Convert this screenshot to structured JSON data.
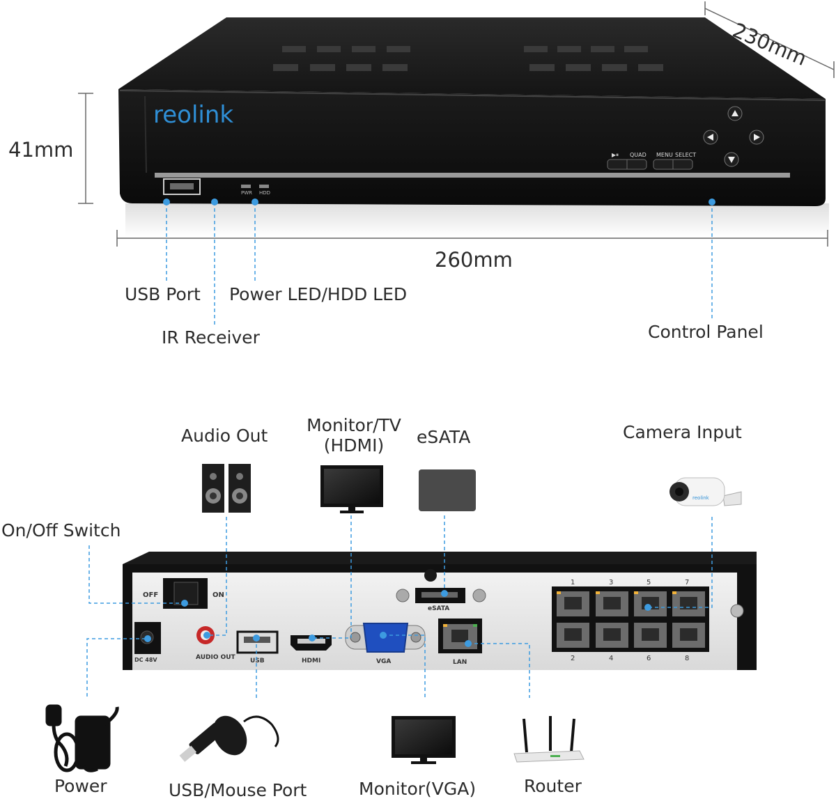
{
  "front": {
    "brand": "reolink",
    "leds": [
      "PWR",
      "HDD"
    ],
    "panel_labels": {
      "play_pause": "▶⏸",
      "quad": "QUAD",
      "menu": "MENU",
      "select": "SELECT"
    },
    "dims": {
      "height": "41mm",
      "depth": "230mm",
      "width": "260mm"
    },
    "callouts": {
      "usb_port": "USB Port",
      "ir_receiver": "IR Receiver",
      "power_led": "Power LED/HDD LED",
      "control_panel": "Control Panel"
    }
  },
  "rear": {
    "panel_labels": {
      "off": "OFF",
      "on": "ON",
      "dc": "DC 48V",
      "audio_out": "AUDIO OUT",
      "usb": "USB",
      "hdmi": "HDMI",
      "vga": "VGA",
      "lan": "LAN",
      "esata": "eSATA"
    },
    "port_numbers_top": [
      "1",
      "3",
      "5",
      "7"
    ],
    "port_numbers_bottom": [
      "2",
      "4",
      "6",
      "8"
    ],
    "camera_brand": "reolink",
    "callouts": {
      "audio_out": "Audio Out",
      "monitor_hdmi_1": "Monitor/TV",
      "monitor_hdmi_2": "(HDMI)",
      "esata": "eSATA",
      "camera_input": "Camera Input",
      "on_off_switch": "On/Off Switch",
      "power": "Power",
      "usb_mouse": "USB/Mouse Port",
      "monitor_vga": "Monitor(VGA)",
      "router": "Router"
    }
  },
  "colors": {
    "callout_line": "#3d9be0",
    "body_black": "#111111",
    "panel_gray": "#e6e6e6",
    "logo_blue": "#2f8fd6",
    "text": "#2b2b2b"
  }
}
